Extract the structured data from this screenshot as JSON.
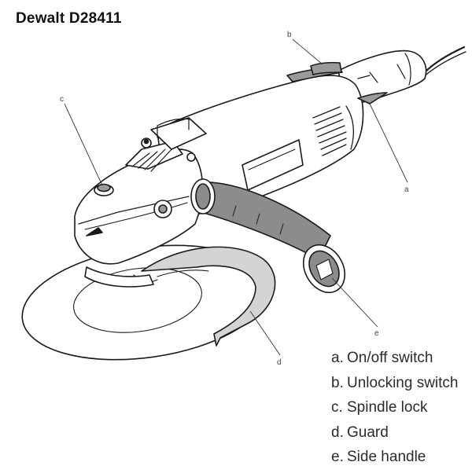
{
  "title": "Dewalt D28411",
  "callouts": [
    "a",
    "b",
    "c",
    "d",
    "e"
  ],
  "legend": [
    {
      "key": "a.",
      "label": "On/off switch"
    },
    {
      "key": "b.",
      "label": "Unlocking switch"
    },
    {
      "key": "c.",
      "label": "Spindle lock"
    },
    {
      "key": "d.",
      "label": "Guard"
    },
    {
      "key": "e.",
      "label": "Side handle"
    }
  ],
  "colors": {
    "outline": "#1a1a1a",
    "guard_fill": "#d4d4d4",
    "handle_fill": "#8c8c8c",
    "switch_fill": "#9a9a9a",
    "disc_fill": "#ffffff"
  }
}
